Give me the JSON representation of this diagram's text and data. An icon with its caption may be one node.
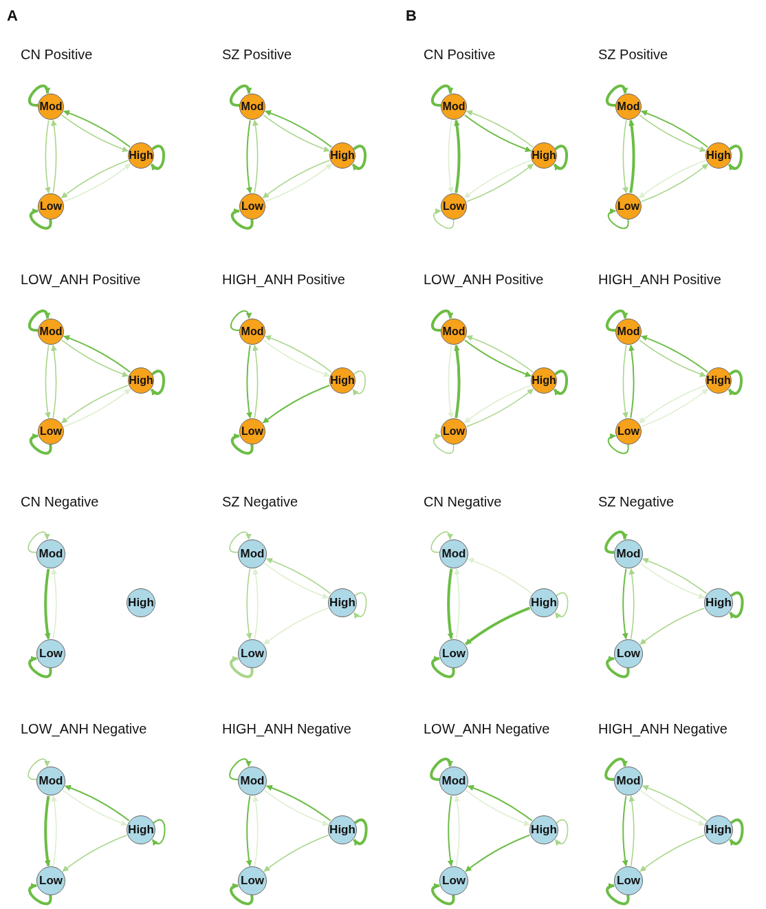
{
  "diagram": {
    "nodes": [
      {
        "text": [
          "Mod"
        ]
      },
      {
        "text": [
          "High"
        ]
      },
      {
        "text": [
          "Low"
        ]
      },
      {
        "text": [
          "Mod"
        ]
      },
      {
        "text": [
          "High"
        ]
      },
      {
        "text": [
          "Low"
        ]
      },
      {
        "text": [
          "Mod"
        ]
      },
      {
        "text": [
          "High"
        ]
      },
      {
        "text": [
          "Low"
        ]
      },
      {
        "text": [
          "Mod"
        ]
      },
      {
        "text": [
          "High"
        ]
      },
      {
        "text": [
          "Low"
        ]
      },
      {
        "text": [
          "Mod"
        ]
      },
      {
        "text": [
          "High"
        ]
      },
      {
        "text": [
          "Low"
        ]
      },
      {
        "text": [
          "Mod"
        ]
      },
      {
        "text": [
          "High"
        ]
      },
      {
        "text": [
          "Low"
        ]
      },
      {
        "text": [
          "Mod"
        ]
      },
      {
        "text": [
          "High"
        ]
      },
      {
        "text": [
          "Low"
        ]
      },
      {
        "text": [
          "Mod"
        ]
      },
      {
        "text": [
          "High"
        ]
      },
      {
        "text": [
          "Low"
        ]
      },
      {
        "text": [
          "Mod"
        ]
      },
      {
        "text": [
          "High"
        ]
      },
      {
        "text": [
          "Low"
        ]
      },
      {
        "text": [
          "Mod"
        ]
      },
      {
        "text": [
          "High"
        ]
      },
      {
        "text": [
          "Low"
        ]
      },
      {
        "text": [
          "Mod"
        ]
      },
      {
        "text": [
          "High"
        ]
      },
      {
        "text": [
          "Low"
        ]
      },
      {
        "text": [
          "Mod"
        ]
      },
      {
        "text": [
          "High"
        ]
      },
      {
        "text": [
          "Low"
        ]
      },
      {
        "text": [
          "Mod"
        ]
      },
      {
        "text": [
          "High"
        ]
      },
      {
        "text": [
          "Low"
        ]
      },
      {
        "text": [
          "Mod"
        ]
      },
      {
        "text": [
          "High"
        ]
      },
      {
        "text": [
          "Low"
        ]
      },
      {
        "text": [
          "Mod"
        ]
      },
      {
        "text": [
          "High"
        ]
      },
      {
        "text": [
          "Low"
        ]
      },
      {
        "text": [
          "Mod"
        ]
      },
      {
        "text": [
          "High"
        ]
      },
      {
        "text": [
          "Low"
        ]
      }
    ],
    "edges": [
      {
        "from": 0,
        "to": 0,
        "arrow": "to",
        "style": "thick"
      },
      {
        "from": 1,
        "to": 1,
        "arrow": "to",
        "style": "thick"
      },
      {
        "from": 2,
        "to": 2,
        "arrow": "to",
        "style": "thick"
      },
      {
        "from": 0,
        "to": 1,
        "arrow": "to",
        "color": "#a8d68a"
      },
      {
        "from": 1,
        "to": 0,
        "arrow": "to"
      },
      {
        "from": 0,
        "to": 2,
        "arrow": "to",
        "color": "#a8d68a"
      },
      {
        "from": 2,
        "to": 0,
        "arrow": "to",
        "color": "#a8d68a"
      },
      {
        "from": 1,
        "to": 2,
        "arrow": "to",
        "color": "#a8d68a"
      },
      {
        "from": 2,
        "to": 1,
        "arrow": "to",
        "color": "#dcefce"
      },
      {
        "from": 3,
        "to": 3,
        "arrow": "to",
        "style": "thick"
      },
      {
        "from": 4,
        "to": 4,
        "arrow": "to",
        "style": "thick"
      },
      {
        "from": 5,
        "to": 5,
        "arrow": "to",
        "style": "thick"
      },
      {
        "from": 3,
        "to": 4,
        "arrow": "to",
        "color": "#a8d68a"
      },
      {
        "from": 4,
        "to": 3,
        "arrow": "to"
      },
      {
        "from": 3,
        "to": 5,
        "arrow": "to"
      },
      {
        "from": 5,
        "to": 3,
        "arrow": "to",
        "color": "#a8d68a"
      },
      {
        "from": 4,
        "to": 5,
        "arrow": "to",
        "color": "#a8d68a"
      },
      {
        "from": 5,
        "to": 4,
        "arrow": "to",
        "color": "#dcefce"
      },
      {
        "from": 6,
        "to": 6,
        "arrow": "to",
        "style": "thick"
      },
      {
        "from": 7,
        "to": 7,
        "arrow": "to",
        "style": "thick"
      },
      {
        "from": 8,
        "to": 8,
        "arrow": "to",
        "color": "#a8d68a"
      },
      {
        "from": 6,
        "to": 7,
        "arrow": "to"
      },
      {
        "from": 7,
        "to": 6,
        "arrow": "to",
        "color": "#a8d68a"
      },
      {
        "from": 6,
        "to": 8,
        "arrow": "to",
        "color": "#dcefce"
      },
      {
        "from": 8,
        "to": 6,
        "arrow": "to",
        "style": "thick"
      },
      {
        "from": 7,
        "to": 8,
        "arrow": "to",
        "color": "#dcefce"
      },
      {
        "from": 8,
        "to": 7,
        "arrow": "to",
        "color": "#a8d68a"
      },
      {
        "from": 9,
        "to": 9,
        "arrow": "to",
        "style": "thick"
      },
      {
        "from": 10,
        "to": 10,
        "arrow": "to",
        "style": "thick"
      },
      {
        "from": 11,
        "to": 11,
        "arrow": "to"
      },
      {
        "from": 9,
        "to": 10,
        "arrow": "to",
        "color": "#a8d68a"
      },
      {
        "from": 10,
        "to": 9,
        "arrow": "to"
      },
      {
        "from": 9,
        "to": 11,
        "arrow": "to",
        "color": "#a8d68a"
      },
      {
        "from": 11,
        "to": 9,
        "arrow": "to",
        "style": "thick"
      },
      {
        "from": 10,
        "to": 11,
        "arrow": "to",
        "color": "#dcefce"
      },
      {
        "from": 11,
        "to": 10,
        "arrow": "to",
        "color": "#a8d68a"
      },
      {
        "from": 12,
        "to": 12,
        "arrow": "to",
        "style": "thick"
      },
      {
        "from": 13,
        "to": 13,
        "arrow": "to",
        "style": "thick"
      },
      {
        "from": 14,
        "to": 14,
        "arrow": "to",
        "style": "thick"
      },
      {
        "from": 12,
        "to": 13,
        "arrow": "to",
        "color": "#a8d68a"
      },
      {
        "from": 13,
        "to": 12,
        "arrow": "to"
      },
      {
        "from": 12,
        "to": 14,
        "arrow": "to",
        "color": "#a8d68a"
      },
      {
        "from": 14,
        "to": 12,
        "arrow": "to",
        "color": "#a8d68a"
      },
      {
        "from": 13,
        "to": 14,
        "arrow": "to",
        "color": "#a8d68a"
      },
      {
        "from": 14,
        "to": 13,
        "arrow": "to",
        "color": "#dcefce"
      },
      {
        "from": 15,
        "to": 15,
        "arrow": "to"
      },
      {
        "from": 16,
        "to": 16,
        "arrow": "to",
        "color": "#a8d68a"
      },
      {
        "from": 17,
        "to": 17,
        "arrow": "to",
        "style": "thick"
      },
      {
        "from": 15,
        "to": 16,
        "arrow": "to",
        "color": "#dcefce"
      },
      {
        "from": 16,
        "to": 15,
        "arrow": "to",
        "color": "#a8d68a"
      },
      {
        "from": 15,
        "to": 17,
        "arrow": "to"
      },
      {
        "from": 17,
        "to": 15,
        "arrow": "to",
        "color": "#a8d68a"
      },
      {
        "from": 16,
        "to": 17,
        "arrow": "to"
      },
      {
        "from": 18,
        "to": 18,
        "arrow": "to",
        "style": "thick"
      },
      {
        "from": 19,
        "to": 19,
        "arrow": "to",
        "style": "thick"
      },
      {
        "from": 20,
        "to": 20,
        "arrow": "to",
        "color": "#a8d68a"
      },
      {
        "from": 18,
        "to": 19,
        "arrow": "to"
      },
      {
        "from": 19,
        "to": 18,
        "arrow": "to",
        "color": "#a8d68a"
      },
      {
        "from": 18,
        "to": 20,
        "arrow": "to",
        "color": "#dcefce"
      },
      {
        "from": 20,
        "to": 18,
        "arrow": "to",
        "style": "thick"
      },
      {
        "from": 19,
        "to": 20,
        "arrow": "to",
        "color": "#dcefce"
      },
      {
        "from": 20,
        "to": 19,
        "arrow": "to",
        "color": "#a8d68a"
      },
      {
        "from": 21,
        "to": 21,
        "arrow": "to",
        "style": "thick"
      },
      {
        "from": 22,
        "to": 22,
        "arrow": "to",
        "style": "thick"
      },
      {
        "from": 23,
        "to": 23,
        "arrow": "to"
      },
      {
        "from": 21,
        "to": 22,
        "arrow": "to",
        "color": "#a8d68a"
      },
      {
        "from": 22,
        "to": 21,
        "arrow": "to"
      },
      {
        "from": 21,
        "to": 23,
        "arrow": "to",
        "color": "#a8d68a"
      },
      {
        "from": 23,
        "to": 21,
        "arrow": "to"
      },
      {
        "from": 22,
        "to": 23,
        "arrow": "to",
        "color": "#dcefce"
      },
      {
        "from": 23,
        "to": 22,
        "arrow": "to",
        "color": "#dcefce"
      },
      {
        "from": 24,
        "to": 24,
        "arrow": "to",
        "color": "#a8d68a"
      },
      {
        "from": 26,
        "to": 26,
        "arrow": "to",
        "style": "thick"
      },
      {
        "from": 24,
        "to": 26,
        "arrow": "to",
        "style": "thick"
      },
      {
        "from": 26,
        "to": 24,
        "arrow": "to",
        "color": "#dcefce"
      },
      {
        "from": 27,
        "to": 27,
        "arrow": "to",
        "color": "#a8d68a"
      },
      {
        "from": 28,
        "to": 28,
        "arrow": "to",
        "color": "#a8d68a"
      },
      {
        "from": 29,
        "to": 29,
        "arrow": "to",
        "style": "thick",
        "color": "#a8d68a"
      },
      {
        "from": 27,
        "to": 28,
        "arrow": "to",
        "color": "#dcefce"
      },
      {
        "from": 28,
        "to": 27,
        "arrow": "to",
        "color": "#a8d68a"
      },
      {
        "from": 27,
        "to": 29,
        "arrow": "to",
        "color": "#a8d68a"
      },
      {
        "from": 29,
        "to": 27,
        "arrow": "to",
        "color": "#dcefce"
      },
      {
        "from": 28,
        "to": 29,
        "arrow": "to",
        "color": "#dcefce"
      },
      {
        "from": 30,
        "to": 30,
        "arrow": "to",
        "color": "#a8d68a"
      },
      {
        "from": 31,
        "to": 31,
        "arrow": "to",
        "color": "#a8d68a"
      },
      {
        "from": 32,
        "to": 32,
        "arrow": "to",
        "style": "thick"
      },
      {
        "from": 31,
        "to": 30,
        "arrow": "to",
        "color": "#dcefce"
      },
      {
        "from": 30,
        "to": 32,
        "arrow": "to",
        "style": "thick"
      },
      {
        "from": 32,
        "to": 30,
        "arrow": "to",
        "color": "#dcefce"
      },
      {
        "from": 31,
        "to": 32,
        "arrow": "to",
        "style": "thick"
      },
      {
        "from": 33,
        "to": 33,
        "arrow": "to",
        "style": "thick"
      },
      {
        "from": 34,
        "to": 34,
        "arrow": "to",
        "style": "thick"
      },
      {
        "from": 35,
        "to": 35,
        "arrow": "to",
        "style": "thick"
      },
      {
        "from": 33,
        "to": 34,
        "arrow": "to",
        "color": "#dcefce"
      },
      {
        "from": 34,
        "to": 33,
        "arrow": "to",
        "color": "#a8d68a"
      },
      {
        "from": 33,
        "to": 35,
        "arrow": "to"
      },
      {
        "from": 35,
        "to": 33,
        "arrow": "to",
        "color": "#a8d68a"
      },
      {
        "from": 34,
        "to": 35,
        "arrow": "to",
        "color": "#a8d68a"
      },
      {
        "from": 36,
        "to": 36,
        "arrow": "to",
        "color": "#a8d68a"
      },
      {
        "from": 37,
        "to": 37,
        "arrow": "to"
      },
      {
        "from": 38,
        "to": 38,
        "arrow": "to",
        "style": "thick"
      },
      {
        "from": 36,
        "to": 37,
        "arrow": "to",
        "color": "#dcefce"
      },
      {
        "from": 37,
        "to": 36,
        "arrow": "to"
      },
      {
        "from": 36,
        "to": 38,
        "arrow": "to",
        "style": "thick"
      },
      {
        "from": 38,
        "to": 36,
        "arrow": "to",
        "color": "#dcefce"
      },
      {
        "from": 37,
        "to": 38,
        "arrow": "to",
        "color": "#a8d68a"
      },
      {
        "from": 39,
        "to": 39,
        "arrow": "to"
      },
      {
        "from": 40,
        "to": 40,
        "arrow": "to",
        "style": "thick"
      },
      {
        "from": 41,
        "to": 41,
        "arrow": "to",
        "style": "thick"
      },
      {
        "from": 39,
        "to": 40,
        "arrow": "to",
        "color": "#dcefce"
      },
      {
        "from": 40,
        "to": 39,
        "arrow": "to"
      },
      {
        "from": 39,
        "to": 41,
        "arrow": "to"
      },
      {
        "from": 41,
        "to": 39,
        "arrow": "to",
        "color": "#dcefce"
      },
      {
        "from": 40,
        "to": 41,
        "arrow": "to",
        "color": "#a8d68a"
      },
      {
        "from": 42,
        "to": 42,
        "arrow": "to",
        "style": "thick"
      },
      {
        "from": 43,
        "to": 43,
        "arrow": "to",
        "color": "#a8d68a"
      },
      {
        "from": 44,
        "to": 44,
        "arrow": "to",
        "style": "thick"
      },
      {
        "from": 42,
        "to": 43,
        "arrow": "to",
        "color": "#dcefce"
      },
      {
        "from": 43,
        "to": 42,
        "arrow": "to"
      },
      {
        "from": 42,
        "to": 44,
        "arrow": "to"
      },
      {
        "from": 44,
        "to": 42,
        "arrow": "to",
        "color": "#dcefce"
      },
      {
        "from": 43,
        "to": 44,
        "arrow": "to"
      },
      {
        "from": 45,
        "to": 45,
        "arrow": "to",
        "style": "thick"
      },
      {
        "from": 46,
        "to": 46,
        "arrow": "to",
        "style": "thick"
      },
      {
        "from": 47,
        "to": 47,
        "arrow": "to",
        "style": "thick"
      },
      {
        "from": 45,
        "to": 46,
        "arrow": "to",
        "color": "#dcefce"
      },
      {
        "from": 46,
        "to": 45,
        "arrow": "to",
        "color": "#a8d68a"
      },
      {
        "from": 45,
        "to": 47,
        "arrow": "to"
      },
      {
        "from": 47,
        "to": 45,
        "arrow": "to",
        "color": "#a8d68a"
      },
      {
        "from": 46,
        "to": 47,
        "arrow": "to",
        "color": "#a8d68a"
      }
    ],
    "labels": [
      "A",
      "B",
      "CN Positive",
      "SZ Positive",
      "CN Positive",
      "SZ Positive",
      "LOW_ANH Positive",
      "HIGH_ANH Positive",
      "LOW_ANH Positive",
      "HIGH_ANH Positive",
      "CN Negative",
      "SZ Negative",
      "CN Negative",
      "SZ Negative",
      "LOW_ANH Negative",
      "HIGH_ANH Negative",
      "LOW_ANH Negative",
      "HIGH_ANH Negative"
    ]
  }
}
